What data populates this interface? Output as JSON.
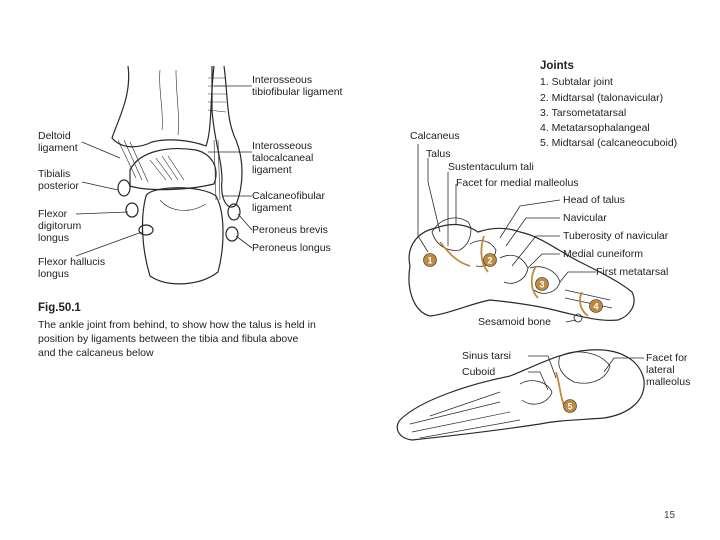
{
  "left_figure": {
    "labels": {
      "interosseous_tibiofibular": "Interosseous tibiofibular ligament",
      "deltoid": "Deltoid ligament",
      "interosseous_talocalcaneal": "Interosseous talocalcaneal ligament",
      "tibialis_posterior": "Tibialis posterior",
      "calcaneofibular": "Calcaneofibular ligament",
      "flexor_digitorum": "Flexor digitorum longus",
      "peroneus_brevis": "Peroneus brevis",
      "peroneus_longus": "Peroneus longus",
      "flexor_hallucis": "Flexor hallucis longus"
    },
    "figure_number": "Fig.50.1",
    "caption": "The ankle joint from behind, to show how the talus is held in position by ligaments between the tibia and fibula above and the calcaneus below"
  },
  "joints_legend": {
    "title": "Joints",
    "items": [
      "1. Subtalar joint",
      "2. Midtarsal (talonavicular)",
      "3. Tarsometatarsal",
      "4. Metatarsophalangeal",
      "5. Midtarsal (calcaneocuboid)"
    ]
  },
  "medial_view": {
    "labels": {
      "calcaneus": "Calcaneus",
      "talus": "Talus",
      "sustentaculum": "Sustentaculum tali",
      "facet_medial": "Facet for medial malleolus",
      "head_talus": "Head of talus",
      "navicular": "Navicular",
      "tuberosity": "Tuberosity of navicular",
      "medial_cuneiform": "Medial cuneiform",
      "first_metatarsal": "First metatarsal",
      "sesamoid": "Sesamoid bone"
    },
    "markers": [
      "1",
      "2",
      "3",
      "4"
    ]
  },
  "lateral_view": {
    "labels": {
      "sinus_tarsi": "Sinus tarsi",
      "cuboid": "Cuboid",
      "facet_lateral": "Facet for lateral malleolus"
    },
    "markers": [
      "5"
    ]
  },
  "page_number": "15",
  "colors": {
    "ink": "#2a2a2a",
    "joint_line": "#c08a3e",
    "marker_fill": "#c08a3e"
  }
}
